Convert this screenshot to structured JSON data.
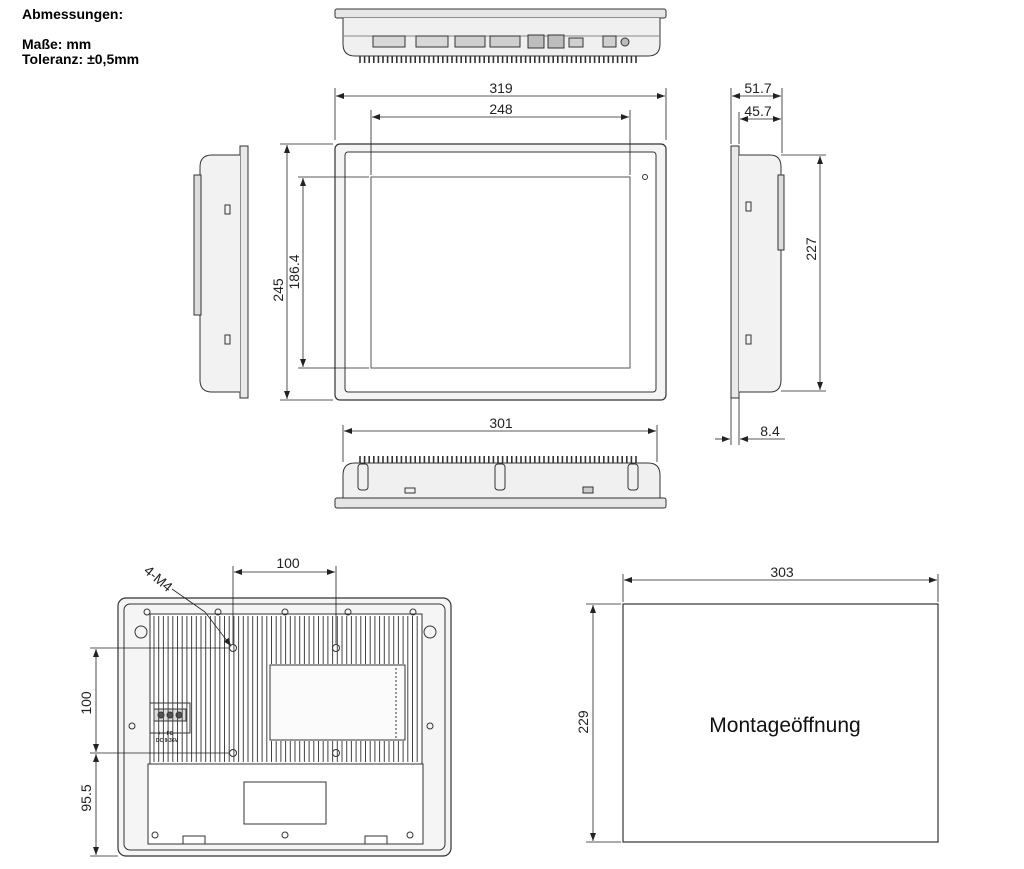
{
  "notes": {
    "heading": "Abmessungen:",
    "units": "Maße: mm",
    "tolerance": "Toleranz:  ±0,5mm"
  },
  "dims": {
    "front_width": "319",
    "screen_width": "248",
    "side_depth": "51.7",
    "side_depth_inner": "45.7",
    "front_height": "245",
    "screen_height": "186.4",
    "side_height": "227",
    "bottom_width": "301",
    "bezel": "8.4",
    "screw_label": "4-M4",
    "rear_spacing_h": "100",
    "rear_spacing_v": "100",
    "rear_offset_v": "95.5",
    "cutout_width": "303",
    "cutout_height": "229"
  },
  "cutout_label": "Montageöffnung",
  "connector_labels": {
    "polarity": "+  −  FG",
    "voltage": "DC  9-36V"
  }
}
